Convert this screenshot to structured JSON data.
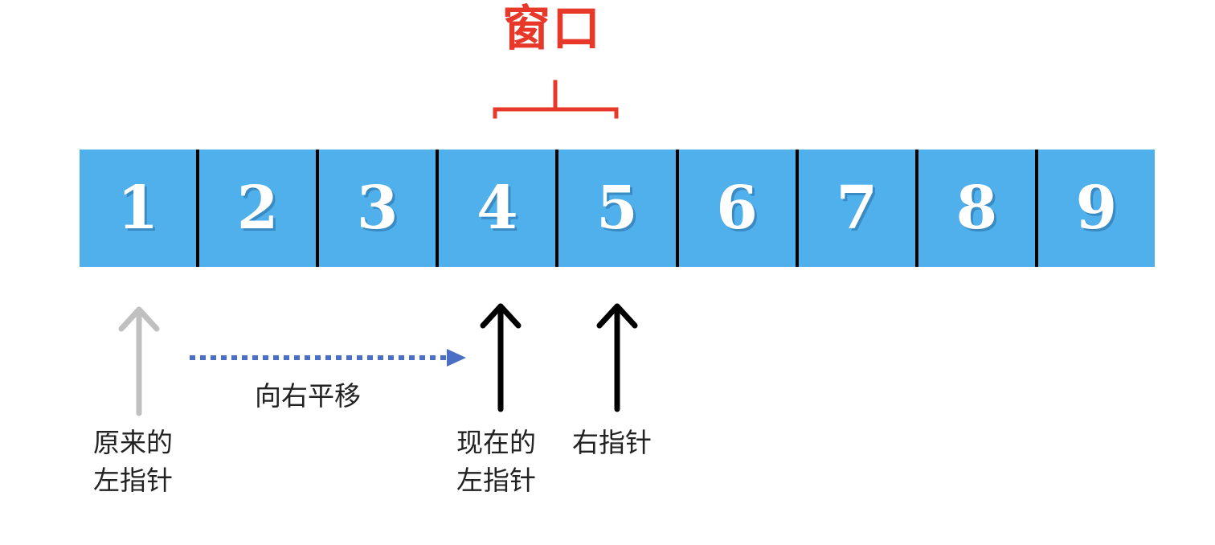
{
  "title": "窗口",
  "colors": {
    "title": "#e8382a",
    "bracket": "#e8382a",
    "cell_fill": "#4fb0ec",
    "cell_divider": "#000000",
    "old_pointer_arrow": "#c0c0c0",
    "current_pointer_arrow": "#000000",
    "shift_arrow": "#4a6fc4"
  },
  "array": {
    "cells": [
      "1",
      "2",
      "3",
      "4",
      "5",
      "6",
      "7",
      "8",
      "9"
    ]
  },
  "labels": {
    "old_left_pointer": "原来的\n左指针",
    "shift": "向右平移",
    "current_left_pointer": "现在的\n左指针",
    "right_pointer": "右指针"
  },
  "icons": {
    "old_left_pointer_arrow": "up-arrow-icon",
    "current_left_pointer_arrow": "up-arrow-icon",
    "right_pointer_arrow": "up-arrow-icon",
    "shift_arrow": "dotted-right-arrow-icon",
    "window_bracket": "bracket-icon"
  }
}
